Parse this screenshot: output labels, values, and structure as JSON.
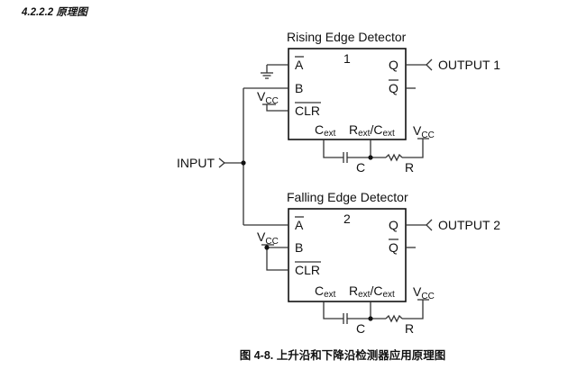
{
  "section_heading": "4.2.2.2 原理图",
  "caption": "图 4-8. 上升沿和下降沿检测器应用原理图",
  "input_label": "INPUT",
  "detectors": [
    {
      "title": "Rising Edge Detector",
      "number": "1",
      "pins_left": [
        "A",
        "B",
        "CLR"
      ],
      "pins_right": [
        "Q",
        "Q"
      ],
      "pin_bottom_left": {
        "main": "C",
        "sub": "ext"
      },
      "pin_bottom_right": {
        "main1": "R",
        "sub1": "ext",
        "sep": "/",
        "main2": "C",
        "sub2": "ext"
      },
      "output_label": "OUTPUT 1",
      "vcc_clr": {
        "main": "V",
        "sub": "CC"
      },
      "vcc_r": {
        "main": "V",
        "sub": "CC"
      },
      "cap_label": "C",
      "res_label": "R"
    },
    {
      "title": "Falling Edge Detector",
      "number": "2",
      "pins_left": [
        "A",
        "B",
        "CLR"
      ],
      "pins_right": [
        "Q",
        "Q"
      ],
      "pin_bottom_left": {
        "main": "C",
        "sub": "ext"
      },
      "pin_bottom_right": {
        "main1": "R",
        "sub1": "ext",
        "sep": "/",
        "main2": "C",
        "sub2": "ext"
      },
      "output_label": "OUTPUT 2",
      "vcc_clr": {
        "main": "V",
        "sub": "CC"
      },
      "vcc_r": {
        "main": "V",
        "sub": "CC"
      },
      "cap_label": "C",
      "res_label": "R"
    }
  ]
}
